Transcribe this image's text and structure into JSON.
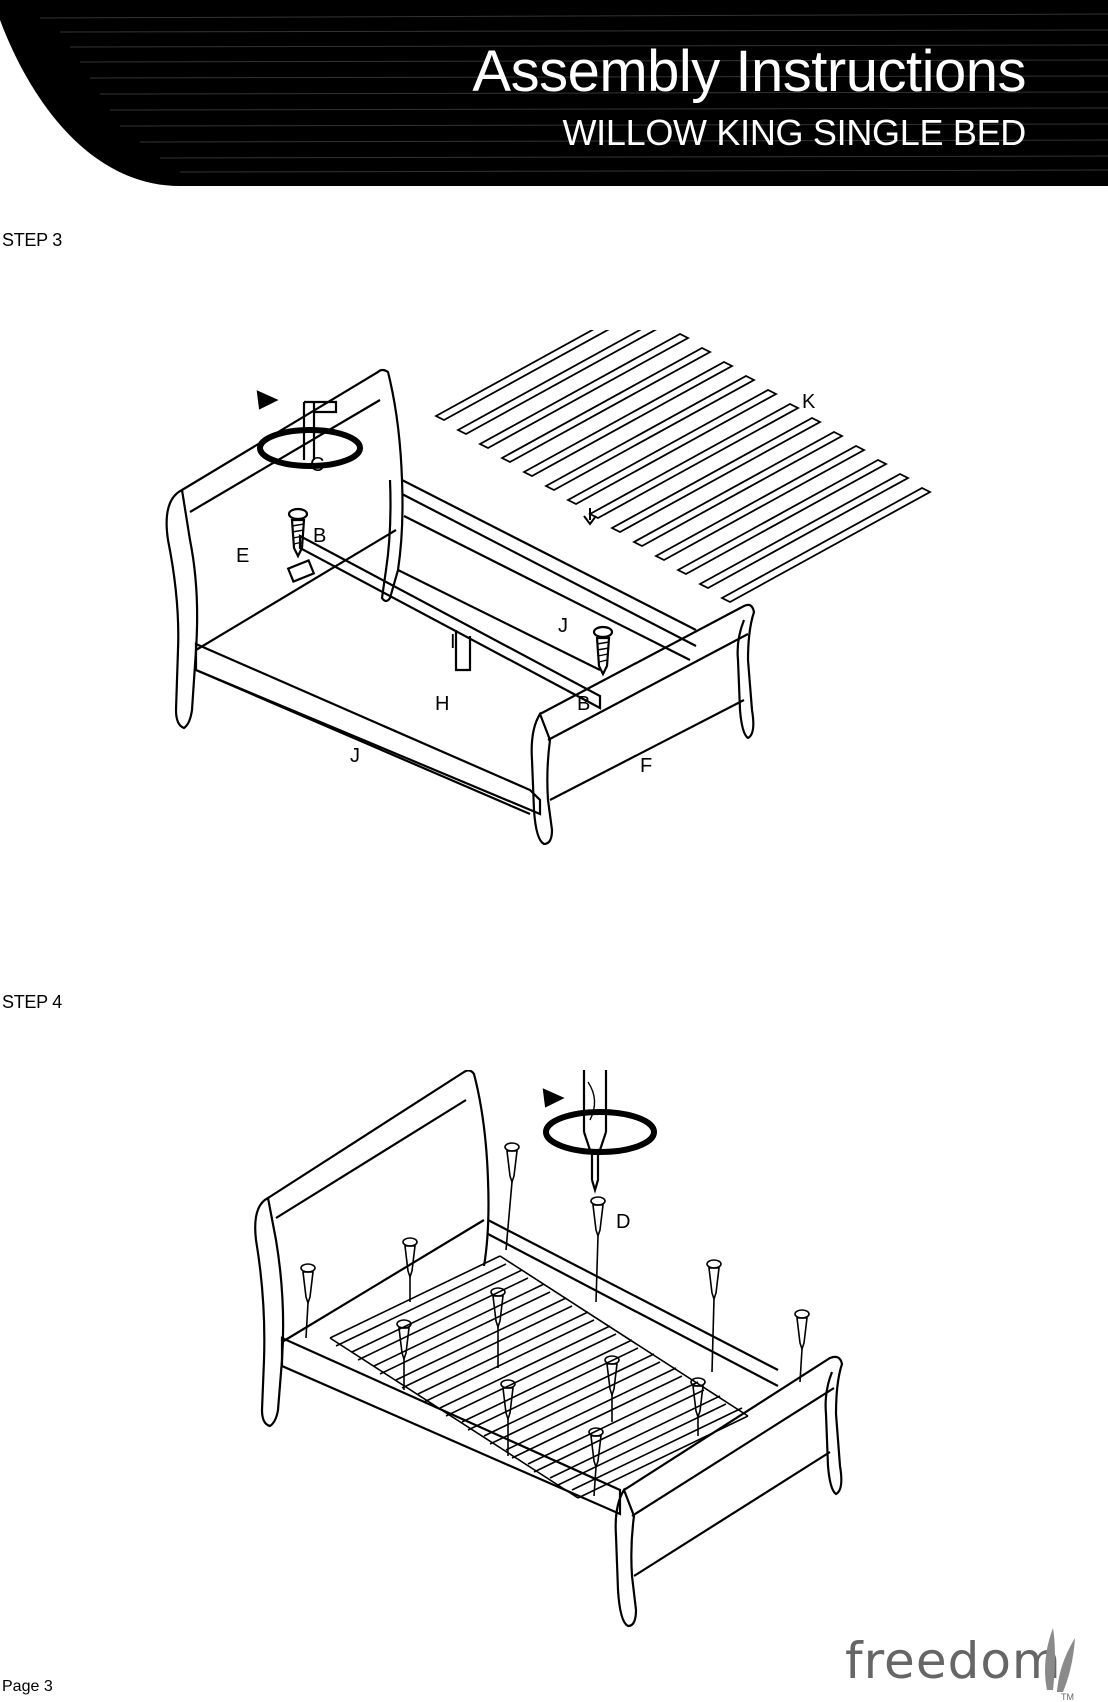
{
  "header": {
    "title": "Assembly Instructions",
    "subtitle": "WILLOW KING SINGLE BED"
  },
  "steps": [
    {
      "label": "STEP 3",
      "parts": {
        "C": "C",
        "B_top": "B",
        "E": "E",
        "K": "K",
        "J_back": "J",
        "I": "I",
        "H": "H",
        "B_bottom": "B",
        "J_front": "J",
        "F": "F"
      }
    },
    {
      "label": "STEP 4",
      "parts": {
        "D": "D"
      }
    }
  ],
  "footer": {
    "page": "Page 3",
    "brand": "freedom",
    "trademark": "TM"
  },
  "colors": {
    "header_bg": "#000000",
    "header_text": "#ffffff",
    "line": "#000000",
    "logo_text": "#666666",
    "logo_mark": "#8a8a8a"
  }
}
